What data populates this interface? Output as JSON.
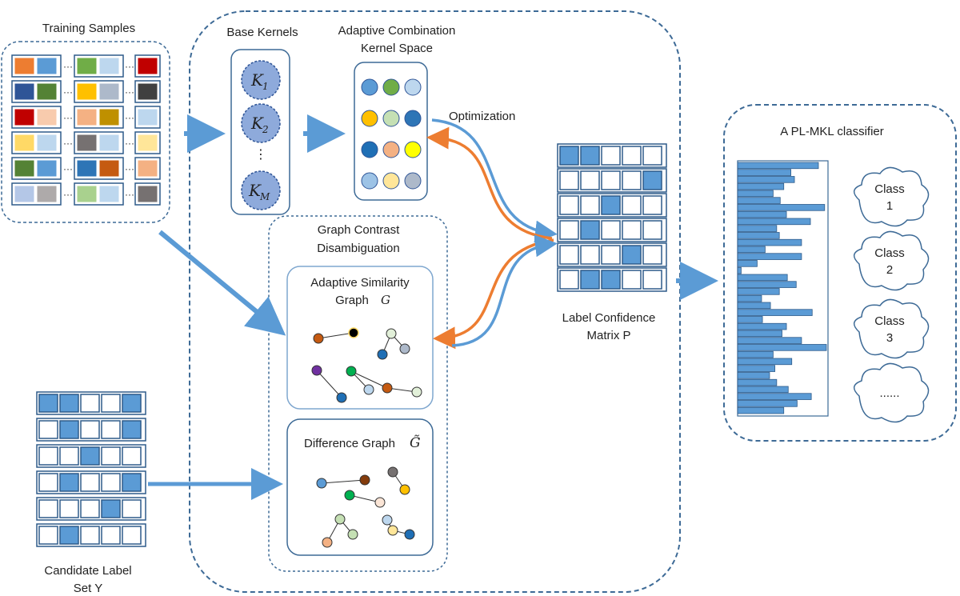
{
  "colors": {
    "blue": "#5b9bd5",
    "dark_blue": "#2e5b8a",
    "orange": "#ed7d31",
    "panel_border": "#3d6a96"
  },
  "training_samples": {
    "title": "Training Samples",
    "rows": [
      [
        "#ed7d31",
        "#5b9bd5",
        "#70ad47",
        "#bdd7ee",
        "#c00000"
      ],
      [
        "#2f5597",
        "#548235",
        "#ffc000",
        "#adb9ca",
        "#404040"
      ],
      [
        "#c00000",
        "#f8cbad",
        "#f4b183",
        "#bf9000",
        "#bdd7ee"
      ],
      [
        "#ffd966",
        "#bdd7ee",
        "#767171",
        "#bdd7ee",
        "#ffe699"
      ],
      [
        "#548235",
        "#5b9bd5",
        "#2e75b6",
        "#c55a11",
        "#f4b183"
      ],
      [
        "#b4c7e7",
        "#aeaaaa",
        "#a9d18e",
        "#bdd7ee",
        "#767171"
      ]
    ]
  },
  "base_kernels": {
    "title": "Base Kernels",
    "k1": {
      "base": "K",
      "sub": "1"
    },
    "k2": {
      "base": "K",
      "sub": "2"
    },
    "dots": "⋮",
    "km": {
      "base": "K",
      "sub": "M"
    }
  },
  "adaptive_combination": {
    "title_line1": "Adaptive Combination",
    "title_line2": "Kernel Space",
    "dots": [
      [
        "#5b9bd5",
        "#70ad47",
        "#bdd7ee"
      ],
      [
        "#ffc000",
        "#c5e0b4",
        "#2e75b6"
      ],
      [
        "#1f6fb5",
        "#f4b183",
        "#ffff00"
      ],
      [
        "#9dc3e6",
        "#ffe699",
        "#adb9ca"
      ]
    ]
  },
  "optimization": {
    "label": "Optimization"
  },
  "graph_contrast": {
    "title_line1": "Graph Contrast",
    "title_line2": "Disambiguation",
    "similarity_title_line1": "Adaptive Similarity",
    "similarity_title_line2": "Graph",
    "similarity_symbol": "G",
    "difference_title": "Difference Graph",
    "difference_symbol": "G̃"
  },
  "label_confidence": {
    "title_line1": "Label Confidence",
    "title_line2": "Matrix P",
    "rows": [
      [
        1,
        1,
        0,
        0,
        0
      ],
      [
        0,
        0,
        0,
        0,
        1
      ],
      [
        0,
        0,
        1,
        0,
        0
      ],
      [
        0,
        1,
        0,
        0,
        0
      ],
      [
        0,
        0,
        0,
        1,
        0
      ],
      [
        0,
        1,
        1,
        0,
        0
      ]
    ]
  },
  "candidate_label": {
    "title_line1": "Candidate Label",
    "title_line2": "Set Y",
    "rows": [
      [
        1,
        1,
        0,
        0,
        1
      ],
      [
        0,
        1,
        0,
        0,
        1
      ],
      [
        0,
        0,
        1,
        0,
        0
      ],
      [
        0,
        1,
        0,
        0,
        1
      ],
      [
        0,
        0,
        0,
        1,
        0
      ],
      [
        0,
        1,
        0,
        0,
        0
      ]
    ]
  },
  "classifier": {
    "title": "A PL-MKL classifier",
    "bar_levels": [
      0.91,
      0.6,
      0.64,
      0.52,
      0.4,
      0.48,
      0.98,
      0.55,
      0.82,
      0.44,
      0.47,
      0.72,
      0.31,
      0.72,
      0.22,
      0.04,
      0.56,
      0.66,
      0.47,
      0.27,
      0.37,
      0.84,
      0.28,
      0.55,
      0.5,
      0.72,
      1.0,
      0.4,
      0.61,
      0.42,
      0.36,
      0.44,
      0.57,
      0.83,
      0.67,
      0.52
    ],
    "classes": [
      {
        "line1": "Class",
        "line2": "1"
      },
      {
        "line1": "Class",
        "line2": "2"
      },
      {
        "line1": "Class",
        "line2": "3"
      },
      {
        "line1": "......",
        "line2": ""
      }
    ]
  }
}
